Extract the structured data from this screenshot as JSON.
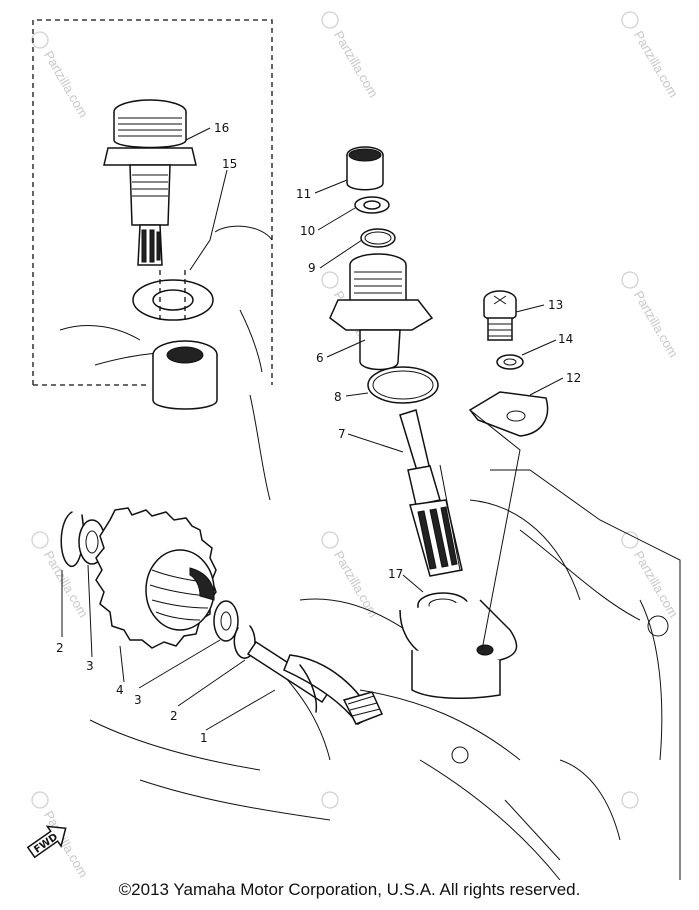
{
  "diagram": {
    "part_labels": [
      {
        "id": "p16",
        "text": "16"
      },
      {
        "id": "p15",
        "text": "15"
      },
      {
        "id": "p11",
        "text": "11"
      },
      {
        "id": "p10",
        "text": "10"
      },
      {
        "id": "p9",
        "text": "9"
      },
      {
        "id": "p6",
        "text": "6"
      },
      {
        "id": "p8",
        "text": "8"
      },
      {
        "id": "p7",
        "text": "7"
      },
      {
        "id": "p13",
        "text": "13"
      },
      {
        "id": "p14",
        "text": "14"
      },
      {
        "id": "p12",
        "text": "12"
      },
      {
        "id": "p17",
        "text": "17"
      },
      {
        "id": "p2a",
        "text": "2"
      },
      {
        "id": "p3a",
        "text": "3"
      },
      {
        "id": "p4",
        "text": "4"
      },
      {
        "id": "p3b",
        "text": "3"
      },
      {
        "id": "p2b",
        "text": "2"
      },
      {
        "id": "p1",
        "text": "1"
      }
    ],
    "fwd_label": "FWD",
    "watermark_text": "Partzilla.com"
  },
  "footer": {
    "copyright": "©2013  Yamaha Motor Corporation, U.S.A. All rights reserved."
  }
}
